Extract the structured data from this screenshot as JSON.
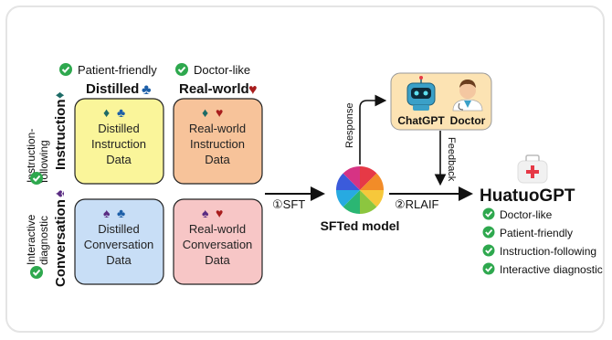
{
  "columns": {
    "distilled": {
      "check_label": "Patient-friendly",
      "title": "Distilled",
      "suit": "♣"
    },
    "real_world": {
      "check_label": "Doctor-like",
      "title": "Real-world",
      "suit": "♥"
    }
  },
  "rows": {
    "instruction": {
      "check_label_line1": "Instruction-",
      "check_label_line2": "following",
      "title": "Instruction",
      "suit": "♦"
    },
    "conversation": {
      "check_label_line1": "Interactive",
      "check_label_line2": "diagnostic",
      "title": "Conversation",
      "suit": "♠"
    }
  },
  "cells": {
    "distilled_instruction": {
      "suits": [
        "♦",
        "♣"
      ],
      "line1": "Distilled",
      "line2": "Instruction",
      "line3": "Data"
    },
    "real_instruction": {
      "suits": [
        "♦",
        "♥"
      ],
      "line1": "Real-world",
      "line2": "Instruction",
      "line3": "Data"
    },
    "distilled_conversation": {
      "suits": [
        "♠",
        "♣"
      ],
      "line1": "Distilled",
      "line2": "Conversation",
      "line3": "Data"
    },
    "real_conversation": {
      "suits": [
        "♠",
        "♥"
      ],
      "line1": "Real-world",
      "line2": "Conversation",
      "line3": "Data"
    }
  },
  "steps": {
    "sft": "①SFT",
    "rlaif": "②RLAIF"
  },
  "sfted_model_label": "SFTed model",
  "feedback_box": {
    "chatgpt": "ChatGPT",
    "doctor": "Doctor"
  },
  "response_label": "Response",
  "feedback_label": "Feedback",
  "output": {
    "title": "HuatuoGPT",
    "features": [
      "Doctor-like",
      "Patient-friendly",
      "Instruction-following",
      "Interactive diagnostic"
    ]
  },
  "colors": {
    "instruction_distilled": "#faf59a",
    "instruction_real": "#f7c39a",
    "conversation_distilled": "#c8def6",
    "conversation_real": "#f7c6c6",
    "check": "#2ea84e",
    "diamond": "#1d6b66",
    "spade": "#5a2c82",
    "club": "#1d5fa8",
    "heart": "#a81d1d",
    "feedback_box": "#fce3b3"
  }
}
